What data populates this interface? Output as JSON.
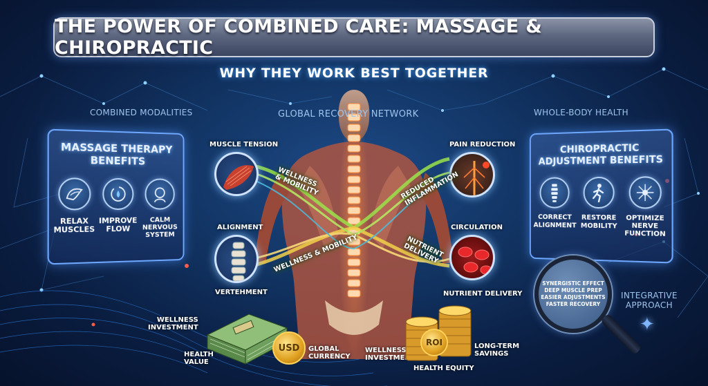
{
  "title": "THE POWER OF COMBINED CARE: MASSAGE & CHIROPRACTIC",
  "subtitle": "WHY THEY WORK BEST TOGETHER",
  "labels": {
    "combined_modalities": "COMBINED MODALITIES",
    "global_recovery_network": "GLOBAL RECOVERY NETWORK",
    "whole_body_health": "WHOLE-BODY HEALTH",
    "integrative_approach_1": "INTEGRATIVE",
    "integrative_approach_2": "APPROACH"
  },
  "massage_panel": {
    "title_1": "MASSAGE THERAPY",
    "title_2": "BENEFITS",
    "items": [
      {
        "line1": "RELAX",
        "line2": "MUSCLES",
        "line3": "",
        "icon": "muscle-icon"
      },
      {
        "line1": "IMPROVE",
        "line2": "FLOW",
        "line3": "",
        "icon": "flow-icon"
      },
      {
        "line1": "CALM",
        "line2": "NERVOUS",
        "line3": "SYSTEM",
        "icon": "head-icon"
      }
    ]
  },
  "chiro_panel": {
    "title_1": "CHIROPRACTIC",
    "title_2": "ADJUSTMENT BENEFITS",
    "items": [
      {
        "line1": "CORRECT",
        "line2": "ALIGNMENT",
        "line3": "",
        "icon": "spine-icon"
      },
      {
        "line1": "RESTORE",
        "line2": "MOBILITY",
        "line3": "",
        "icon": "walking-icon"
      },
      {
        "line1": "OPTIMIZE",
        "line2": "NERVE",
        "line3": "FUNCTION",
        "icon": "nerve-icon"
      }
    ]
  },
  "bubbles": {
    "muscle_tension": "MUSCLE TENSION",
    "alignment": "ALIGNMENT",
    "vertebrae": "VERTEHMENT",
    "pain_reduction": "PAIN REDUCTION",
    "circulation": "CIRCULATION",
    "nutrient_delivery": "NUTRIENT DELIVERY"
  },
  "waves": {
    "wellness_1a": "WELLNESS",
    "wellness_1b": "& MOBILITY",
    "wellness_2": "WELLNESS & MOBILITY",
    "reduced_a": "REDUCED",
    "reduced_b": "INFLAMMATION",
    "nutrient_a": "NUTRIENT",
    "nutrient_b": "DELIVERY"
  },
  "magnifier": {
    "line1": "SYNERGISTIC EFFECT",
    "line2": "DEEP MUSCLE PREP",
    "line3": "EASIER ADJUSTMENTS",
    "line4": "FASTER RECOVERY"
  },
  "finance": {
    "wellness_investment_a1": "WELLNESS",
    "wellness_investment_a2": "INVESTMENT",
    "health_value_1": "HEALTH",
    "health_value_2": "VALUE",
    "usd": "USD",
    "global_currency_1": "GLOBAL",
    "global_currency_2": "CURRENCY",
    "wellness_investment_b1": "WELLNESS",
    "wellness_investment_b2": "INVESTMENT",
    "roi": "ROI",
    "health_equity": "HEALTH EQUITY",
    "long_term_1": "LONG-TERM",
    "long_term_2": "SAVINGS"
  },
  "colors": {
    "accent_blue": "#6fa8ff",
    "wave_green": "#9be34a",
    "wave_yellow": "#f2d14a",
    "spine_orange": "#ff8a3d"
  }
}
